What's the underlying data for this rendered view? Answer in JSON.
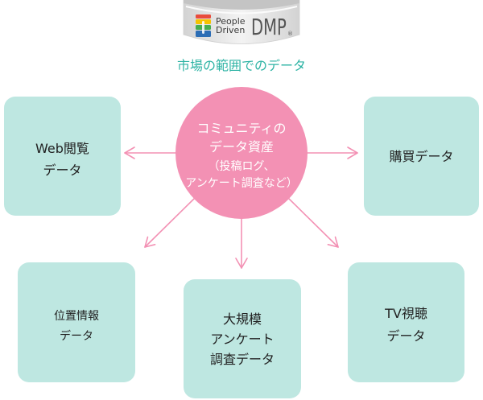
{
  "logo": {
    "icon": "stacked-bars-icon",
    "line1": "People",
    "line2": "Driven",
    "mark": "DMP",
    "registered": "®"
  },
  "title": "市場の範囲でのデータ",
  "center": {
    "line1": "コミュニティの",
    "line2": "データ資産",
    "line3": "（投稿ログ、",
    "line4": "アンケート調査など）"
  },
  "boxes": {
    "web": {
      "line1": "Web閲覧",
      "line2": "データ"
    },
    "purchase": {
      "line1": "購買データ"
    },
    "location": {
      "line1": "位置情報",
      "line2": "データ"
    },
    "survey": {
      "line1": "大規模",
      "line2": "アンケート",
      "line3": "調査データ"
    },
    "tv": {
      "line1": "TV視聴",
      "line2": "データ"
    }
  },
  "colors": {
    "accent_pink": "#f391b4",
    "box_fill": "#bee7e1",
    "title_teal": "#2db3a4",
    "drum_gray": "#e6e6e6"
  }
}
